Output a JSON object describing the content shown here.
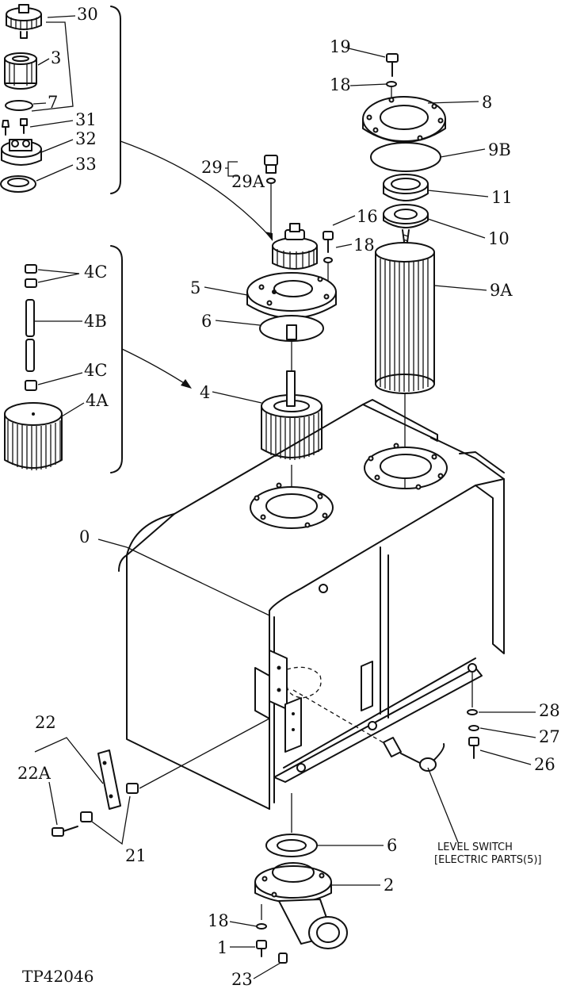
{
  "labels": {
    "p30": "30",
    "p3": "3",
    "p7": "7",
    "p31": "31",
    "p32": "32",
    "p33": "33",
    "p19": "19",
    "p18a": "18",
    "p8": "8",
    "p9b": "9B",
    "p29": "29",
    "p29a": "29A",
    "p11": "11",
    "p16": "16",
    "p18b": "18",
    "p10": "10",
    "p9a": "9A",
    "p5": "5",
    "p6a": "6",
    "p4c1": "4C",
    "p4b": "4B",
    "p4c2": "4C",
    "p4a": "4A",
    "p4": "4",
    "p0": "0",
    "p28": "28",
    "p27": "27",
    "p26": "26",
    "p22": "22",
    "p22a": "22A",
    "p21": "21",
    "p6b": "6",
    "p2": "2",
    "p18c": "18",
    "p1": "1",
    "p23": "23"
  },
  "level_switch": {
    "line1": "LEVEL SWITCH",
    "line2": "[ELECTRIC PARTS(5)]"
  },
  "figure_id": "TP42046"
}
